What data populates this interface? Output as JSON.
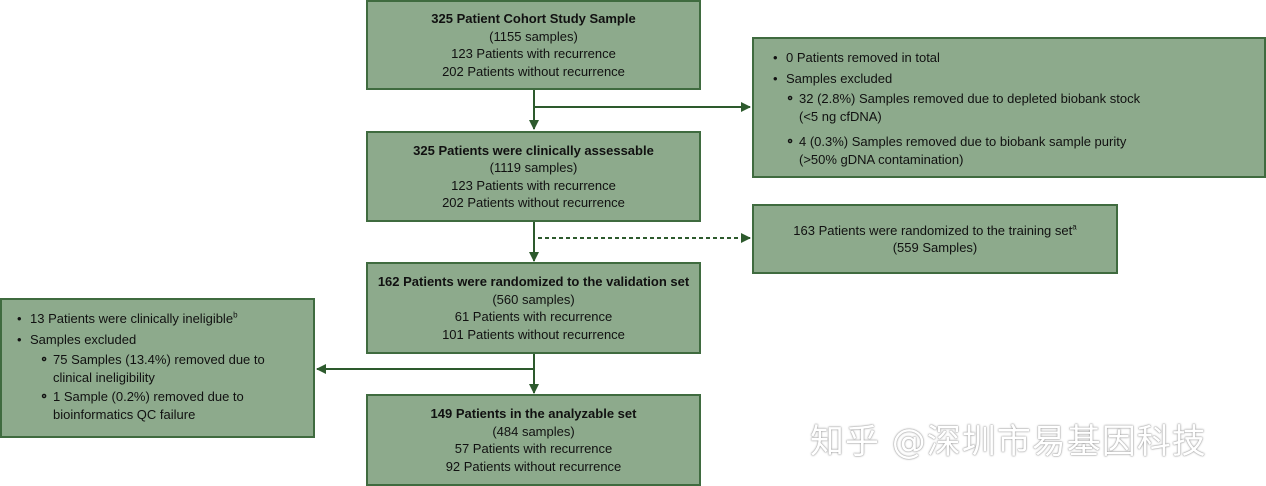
{
  "box1": {
    "title": "325 Patient Cohort Study Sample",
    "line1": "(1155 samples)",
    "line2": "123 Patients with recurrence",
    "line3": "202 Patients without recurrence"
  },
  "box2": {
    "title": "325 Patients were clinically assessable",
    "line1": "(1119 samples)",
    "line2": "123 Patients with recurrence",
    "line3": "202 Patients without recurrence"
  },
  "box3": {
    "title": "162 Patients were randomized to the validation set",
    "line1": "(560 samples)",
    "line2": "61 Patients with recurrence",
    "line3": "101 Patients without recurrence"
  },
  "box4": {
    "title": "149 Patients in the analyzable set",
    "line1": "(484 samples)",
    "line2": "57 Patients with recurrence",
    "line3": "92 Patients without recurrence"
  },
  "exclusion_top": {
    "item1": "0 Patients removed in total",
    "item2": "Samples excluded",
    "sub1": "32 (2.8%) Samples removed due to depleted biobank stock (<5 ng cfDNA)",
    "sub2": "4 (0.3%) Samples removed due to biobank sample purity (>50% gDNA contamination)"
  },
  "training": {
    "line1": "163 Patients were randomized to the training set",
    "line1_sup": "a",
    "line2": "(559 Samples)"
  },
  "exclusion_left": {
    "item1": "13 Patients were clinically ineligible",
    "item1_sup": "b",
    "item2": "Samples excluded",
    "sub1": "75 Samples (13.4%) removed due to clinical ineligibility",
    "sub2": "1 Sample (0.2%) removed due to bioinformatics QC failure"
  },
  "watermark": "知乎 @深圳市易基因科技",
  "colors": {
    "box_fill": "#8daa8c",
    "box_border": "#3f6b3f",
    "arrow": "#2d5a2d"
  }
}
